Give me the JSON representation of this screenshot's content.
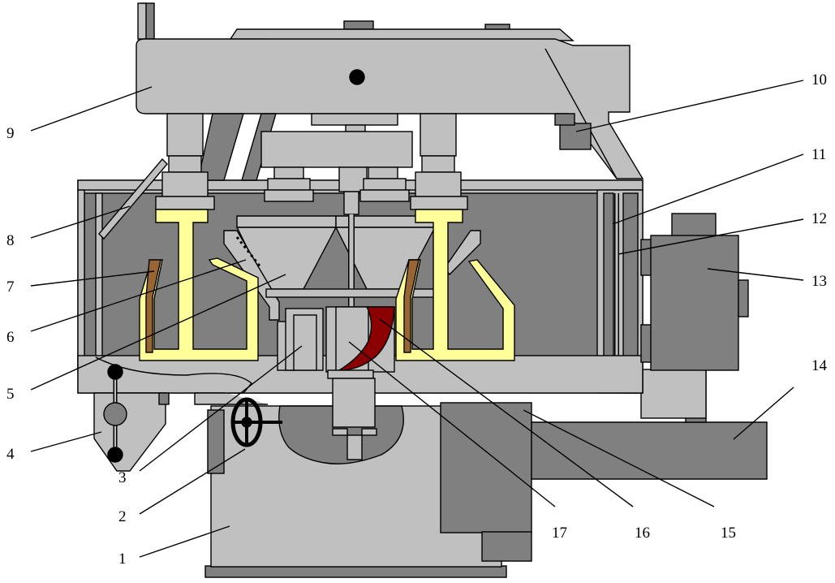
{
  "diagram": {
    "colors": {
      "light_gray": "#c0c0c0",
      "mid_gray": "#b8b8b8",
      "dark_gray": "#808080",
      "yellow": "#ffff99",
      "brown": "#996633",
      "dark_red": "#8b0000",
      "outline": "#000000"
    },
    "labels": [
      {
        "id": "1",
        "text": "1"
      },
      {
        "id": "2",
        "text": "2"
      },
      {
        "id": "3",
        "text": "3"
      },
      {
        "id": "4",
        "text": "4"
      },
      {
        "id": "5",
        "text": "5"
      },
      {
        "id": "6",
        "text": "6"
      },
      {
        "id": "7",
        "text": "7"
      },
      {
        "id": "8",
        "text": "8"
      },
      {
        "id": "9",
        "text": "9"
      },
      {
        "id": "10",
        "text": "10"
      },
      {
        "id": "11",
        "text": "11"
      },
      {
        "id": "12",
        "text": "12"
      },
      {
        "id": "13",
        "text": "13"
      },
      {
        "id": "14",
        "text": "14"
      },
      {
        "id": "15",
        "text": "15"
      },
      {
        "id": "16",
        "text": "16"
      },
      {
        "id": "17",
        "text": "17"
      }
    ]
  }
}
